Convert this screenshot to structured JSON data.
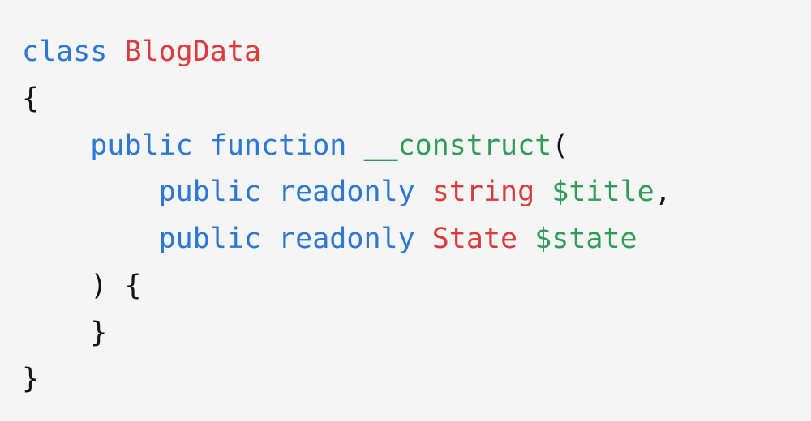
{
  "page": {
    "background": "#f5f5f6"
  },
  "code": {
    "language": "php",
    "colors": {
      "keyword": "#2d78d5",
      "type": "#dd3b3b",
      "identifier": "#2f9e54",
      "plain": "#141414"
    },
    "lines": [
      {
        "tokens": [
          {
            "text": "class ",
            "style": "keyword"
          },
          {
            "text": "BlogData",
            "style": "type"
          }
        ]
      },
      {
        "tokens": [
          {
            "text": "{",
            "style": "plain"
          }
        ]
      },
      {
        "tokens": [
          {
            "text": "    ",
            "style": "plain"
          },
          {
            "text": "public function ",
            "style": "keyword"
          },
          {
            "text": "__construct",
            "style": "identifier"
          },
          {
            "text": "(",
            "style": "plain"
          }
        ]
      },
      {
        "tokens": [
          {
            "text": "        ",
            "style": "plain"
          },
          {
            "text": "public readonly ",
            "style": "keyword"
          },
          {
            "text": "string ",
            "style": "type"
          },
          {
            "text": "$title",
            "style": "identifier"
          },
          {
            "text": ",",
            "style": "plain"
          }
        ]
      },
      {
        "tokens": [
          {
            "text": "        ",
            "style": "plain"
          },
          {
            "text": "public readonly ",
            "style": "keyword"
          },
          {
            "text": "State ",
            "style": "type"
          },
          {
            "text": "$state",
            "style": "identifier"
          }
        ]
      },
      {
        "tokens": [
          {
            "text": "    ) {",
            "style": "plain"
          }
        ]
      },
      {
        "tokens": [
          {
            "text": "    }",
            "style": "plain"
          }
        ]
      },
      {
        "tokens": [
          {
            "text": "}",
            "style": "plain"
          }
        ]
      }
    ]
  }
}
